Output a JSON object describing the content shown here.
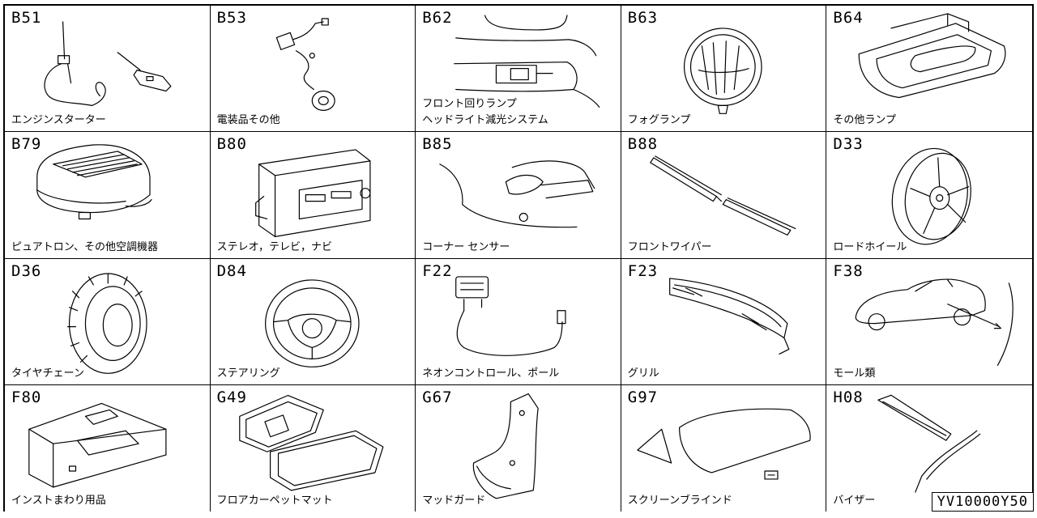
{
  "catalog": {
    "parts": [
      {
        "code": "B51",
        "label": "エンジンスターター",
        "icon": "engine-starter-icon"
      },
      {
        "code": "B53",
        "label": "電装品その他",
        "icon": "electrical-parts-icon"
      },
      {
        "code": "B62",
        "label": "フロント回りランプ\nヘッドライト減光システム",
        "icon": "front-lamp-icon"
      },
      {
        "code": "B63",
        "label": "フォグランプ",
        "icon": "fog-lamp-icon"
      },
      {
        "code": "B64",
        "label": "その他ランプ",
        "icon": "room-lamp-icon"
      },
      {
        "code": "B79",
        "label": "ピュアトロン、その他空調機器",
        "icon": "air-purifier-icon"
      },
      {
        "code": "B80",
        "label": "ステレオ，テレビ，ナビ",
        "icon": "stereo-icon"
      },
      {
        "code": "B85",
        "label": "コーナー センサー",
        "icon": "corner-sensor-icon"
      },
      {
        "code": "B88",
        "label": "フロントワイパー",
        "icon": "wiper-icon"
      },
      {
        "code": "D33",
        "label": "ロードホイール",
        "icon": "road-wheel-icon"
      },
      {
        "code": "D36",
        "label": "タイヤチェーン",
        "icon": "tire-chain-icon"
      },
      {
        "code": "D84",
        "label": "ステアリング",
        "icon": "steering-wheel-icon"
      },
      {
        "code": "F22",
        "label": "ネオンコントロール、ポール",
        "icon": "neon-control-icon"
      },
      {
        "code": "F23",
        "label": "グリル",
        "icon": "grille-icon"
      },
      {
        "code": "F38",
        "label": "モール類",
        "icon": "molding-icon"
      },
      {
        "code": "F80",
        "label": "インストまわり用品",
        "icon": "instrument-panel-icon"
      },
      {
        "code": "G49",
        "label": "フロアカーペットマット",
        "icon": "floor-mat-icon"
      },
      {
        "code": "G67",
        "label": "マッドガード",
        "icon": "mud-guard-icon"
      },
      {
        "code": "G97",
        "label": "スクリーンブラインド",
        "icon": "screen-blind-icon"
      },
      {
        "code": "H08",
        "label": "バイザー",
        "icon": "visor-icon"
      }
    ]
  },
  "footer": {
    "code": "YV10000Y50"
  }
}
